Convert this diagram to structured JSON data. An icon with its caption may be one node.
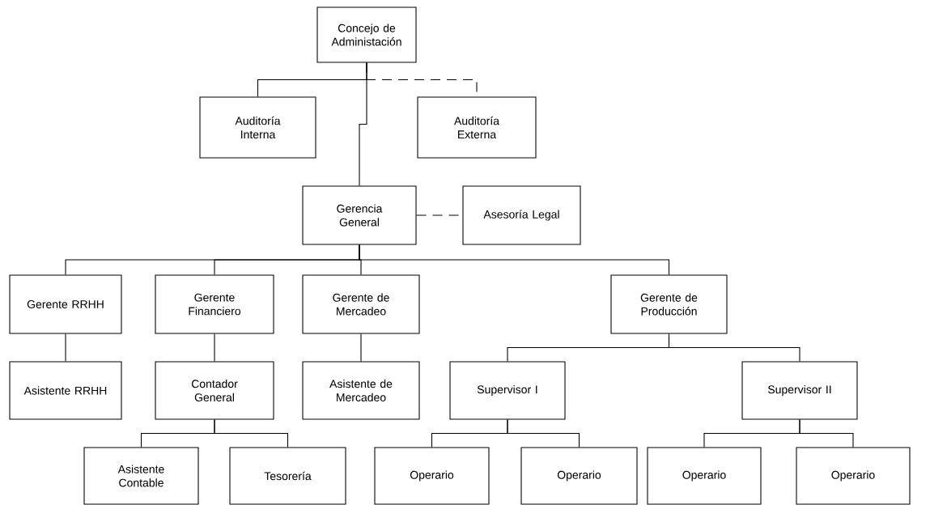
{
  "diagram": {
    "nodes": [
      {
        "text": [
          "Concejo de Administación"
        ]
      },
      {
        "text": [
          "Auditoría Interna"
        ]
      },
      {
        "text": [
          "Auditoría Externa"
        ]
      },
      {
        "text": [
          "Gerencia General"
        ]
      },
      {
        "text": [
          "Asesoría Legal"
        ]
      },
      {
        "text": [
          "Gerente RRHH"
        ]
      },
      {
        "text": [
          "Gerente Financiero"
        ]
      },
      {
        "text": [
          "Gerente de Mercadeo"
        ]
      },
      {
        "text": [
          "Gerente de Producción"
        ]
      },
      {
        "text": [
          "Asistente RRHH"
        ]
      },
      {
        "text": [
          "Contador General"
        ]
      },
      {
        "text": [
          "Asistente de Mercadeo"
        ]
      },
      {
        "text": [
          "Supervisor I"
        ]
      },
      {
        "text": [
          "Supervisor II"
        ]
      },
      {
        "text": [
          "Asistente Contable"
        ]
      },
      {
        "text": [
          "Tesorería"
        ]
      },
      {
        "text": [
          "Operario"
        ]
      },
      {
        "text": [
          "Operario"
        ]
      },
      {
        "text": [
          "Operario"
        ]
      },
      {
        "text": [
          "Operario"
        ]
      }
    ],
    "edges": [
      {
        "from": 0,
        "to": 1,
        "arrow": "none"
      },
      {
        "from": 0,
        "to": 2,
        "arrow": "none",
        "style": "dashed"
      },
      {
        "from": 0,
        "to": 3,
        "arrow": "none"
      },
      {
        "from": 3,
        "to": 4,
        "arrow": "none",
        "style": "dashed"
      },
      {
        "from": 3,
        "to": 5,
        "arrow": "none"
      },
      {
        "from": 3,
        "to": 6,
        "arrow": "none"
      },
      {
        "from": 3,
        "to": 7,
        "arrow": "none"
      },
      {
        "from": 3,
        "to": 8,
        "arrow": "none"
      },
      {
        "from": 5,
        "to": 9,
        "arrow": "none"
      },
      {
        "from": 6,
        "to": 10,
        "arrow": "none"
      },
      {
        "from": 7,
        "to": 11,
        "arrow": "none"
      },
      {
        "from": 8,
        "to": 12,
        "arrow": "none"
      },
      {
        "from": 8,
        "to": 13,
        "arrow": "none"
      },
      {
        "from": 10,
        "to": 14,
        "arrow": "none"
      },
      {
        "from": 10,
        "to": 15,
        "arrow": "none"
      },
      {
        "from": 12,
        "to": 16,
        "arrow": "none"
      },
      {
        "from": 12,
        "to": 17,
        "arrow": "none"
      },
      {
        "from": 13,
        "to": 18,
        "arrow": "none"
      },
      {
        "from": 13,
        "to": 19,
        "arrow": "none"
      }
    ]
  }
}
